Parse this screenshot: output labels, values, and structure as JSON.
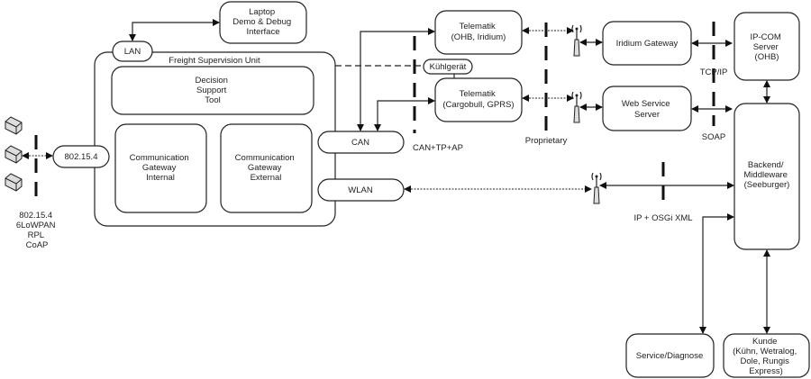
{
  "diagram": {
    "nodes": {
      "laptop": [
        "Laptop",
        "Demo & Debug",
        "Interface"
      ],
      "lan": "LAN",
      "fsu_title": "Freight Supervision Unit",
      "decision": [
        "Decision",
        "Support",
        "Tool"
      ],
      "gw_internal": [
        "Communication",
        "Gateway",
        "Internal"
      ],
      "gw_external": [
        "Communication",
        "Gateway",
        "External"
      ],
      "zigbee_port": "802.15.4",
      "can": "CAN",
      "wlan": "WLAN",
      "telematik_ohb": [
        "Telematik",
        "(OHB, Iridium)"
      ],
      "kuehlgeraet": "Kühlgerät",
      "telematik_cargobull": [
        "Telematik",
        "(Cargobull, GPRS)"
      ],
      "iridium_gateway": "Iridium Gateway",
      "web_service": [
        "Web Service",
        "Server"
      ],
      "ipcom": [
        "IP-COM",
        "Server",
        "(OHB)"
      ],
      "backend": [
        "Backend/",
        "Middleware",
        "(Seeburger)"
      ],
      "service": "Service/Diagnose",
      "kunde": [
        "Kunde",
        "(Kühn, Wetralog,",
        "Dole, Rungis",
        "Express)"
      ]
    },
    "labels": {
      "sensor_protocols": [
        "802.15.4",
        "6LoWPAN",
        "RPL",
        "CoAP"
      ],
      "can_protocol": "CAN+TP+AP",
      "proprietary": "Proprietary",
      "tcpip": "TCP/IP",
      "soap": "SOAP",
      "ip_osgi": "IP + OSGi XML"
    }
  }
}
